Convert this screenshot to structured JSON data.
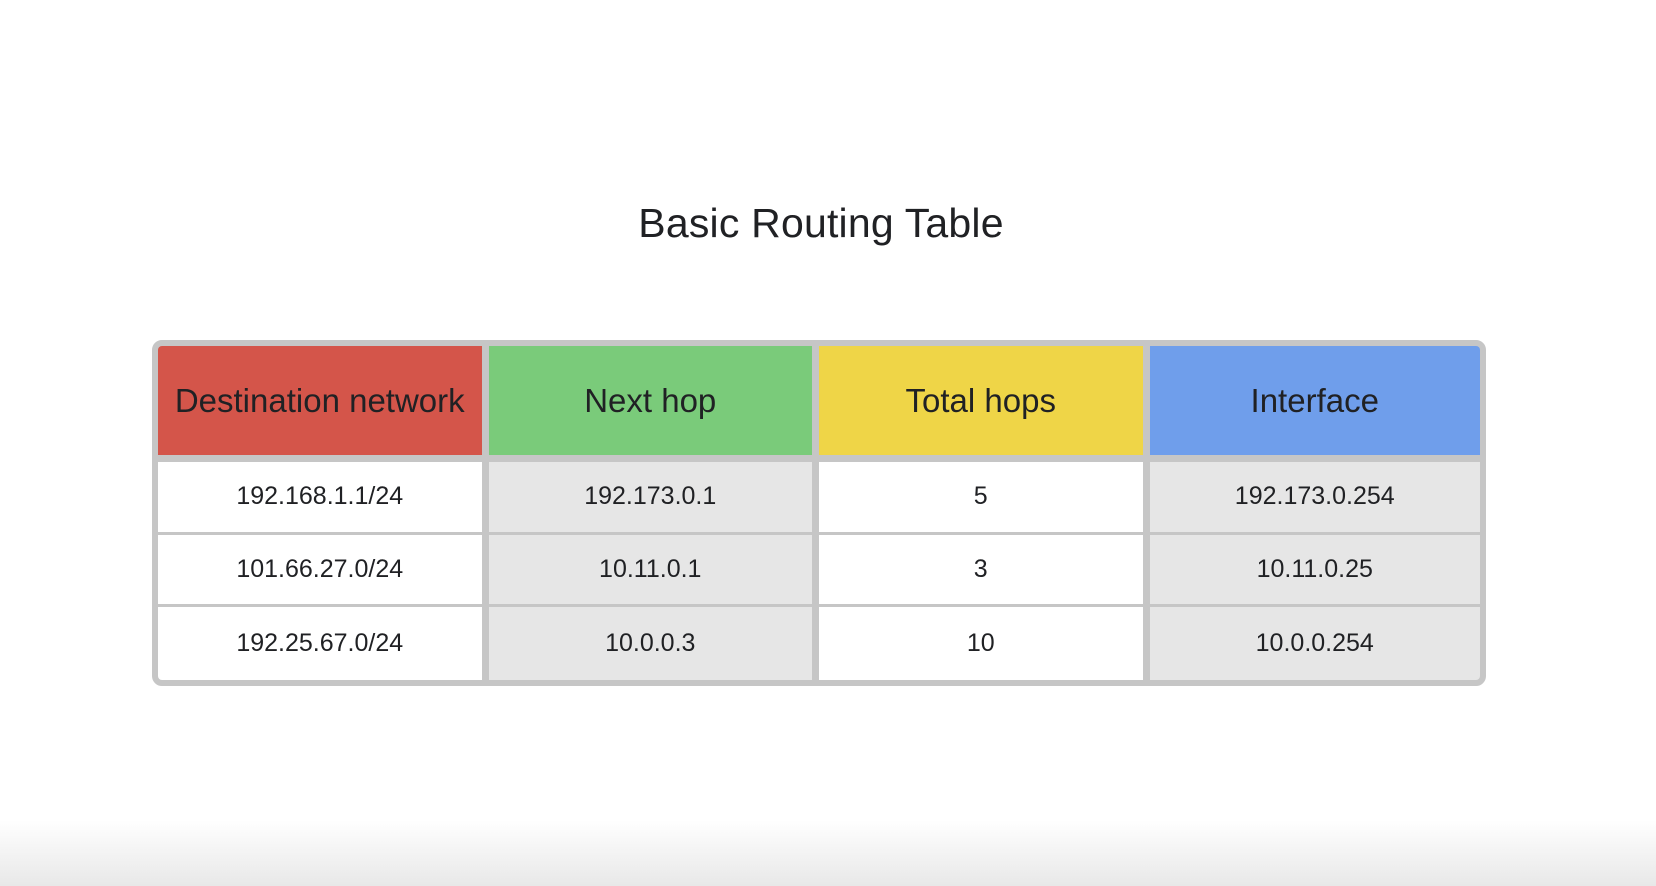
{
  "title": "Basic Routing Table",
  "table": {
    "headers": [
      {
        "label": "Destination network",
        "color": "#d4554a"
      },
      {
        "label": "Next hop",
        "color": "#7acb7a"
      },
      {
        "label": "Total hops",
        "color": "#efd547"
      },
      {
        "label": "Interface",
        "color": "#6f9eeb"
      }
    ],
    "rows": [
      [
        "192.168.1.1/24",
        "192.173.0.1",
        "5",
        "192.173.0.254"
      ],
      [
        "101.66.27.0/24",
        "10.11.0.1",
        "3",
        "10.11.0.25"
      ],
      [
        "192.25.67.0/24",
        "10.0.0.3",
        "10",
        "10.0.0.254"
      ]
    ],
    "column_fills": [
      "#ffffff",
      "#e6e6e6",
      "#ffffff",
      "#e6e6e6"
    ],
    "border_color": "#c6c6c6"
  }
}
